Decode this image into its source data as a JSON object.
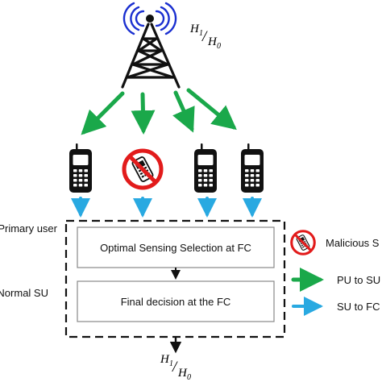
{
  "hypothesis_top": {
    "h1": "H",
    "h1_sub": "1",
    "sep": "/",
    "h0": "H",
    "h0_sub": "0"
  },
  "hypothesis_bottom": {
    "h1": "H",
    "h1_sub": "1",
    "sep": "/",
    "h0": "H",
    "h0_sub": "0"
  },
  "side_labels": {
    "primary_user": "Primary user",
    "normal_su": "Normal SU"
  },
  "fc_boxes": {
    "selection": "Optimal Sensing Selection at FC",
    "decision": "Final decision at the FC"
  },
  "legend": {
    "malicious": "Malicious S",
    "pu_to_su": "PU to SU",
    "su_to_fc": "SU to FC"
  },
  "colors": {
    "pu_arrow": "#1aa84a",
    "su_arrow": "#29a9e1",
    "no_symbol": "#e21b1b",
    "tower": "#111111",
    "signal_waves": "#1a2fd0",
    "box_border": "#444444"
  },
  "icons": [
    "radio-tower-icon",
    "mobile-phone-icon",
    "prohibited-phone-icon"
  ]
}
